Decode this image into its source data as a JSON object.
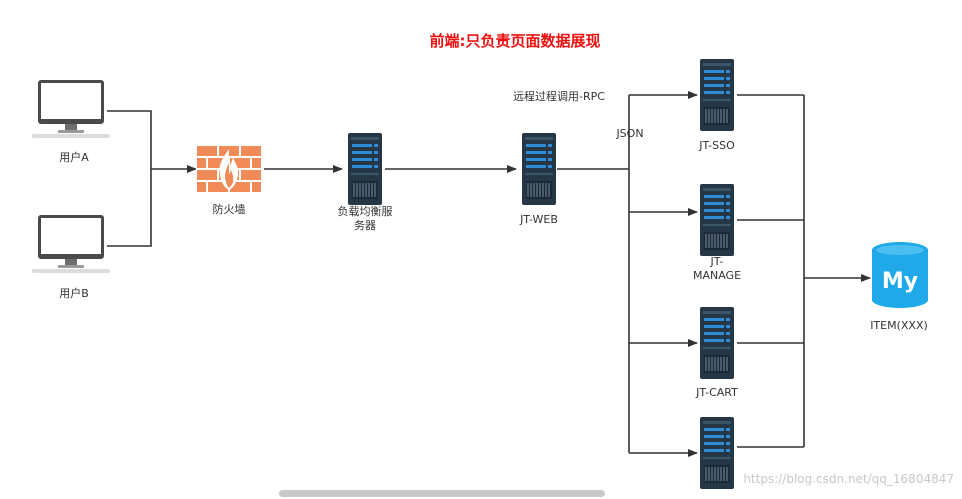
{
  "title": "前端:只负责页面数据展现",
  "nodes": {
    "user_a": "用户A",
    "user_b": "用户B",
    "firewall": "防火墙",
    "load_balancer": "负载均衡服务器",
    "jt_web": "JT-WEB",
    "jt_sso": "JT-SSO",
    "jt_manage": "JT-MANAGE",
    "jt_cart": "JT-CART",
    "database": "ITEM(XXX)",
    "database_logo": "My"
  },
  "edge_labels": {
    "rpc": "远程过程调用-RPC",
    "json": "JSON"
  },
  "watermark": "https://blog.csdn.net/qq_16804847",
  "colors": {
    "line": "#333333",
    "server_dark": "#253746",
    "server_accent": "#2f8bd6",
    "firewall": "#f08a56",
    "database": "#1fa9e8",
    "title": "#ee1111"
  },
  "icons": {
    "user": "desktop-computer-icon",
    "firewall": "brick-wall-flame-icon",
    "server": "rack-server-icon",
    "database": "mysql-database-icon"
  }
}
